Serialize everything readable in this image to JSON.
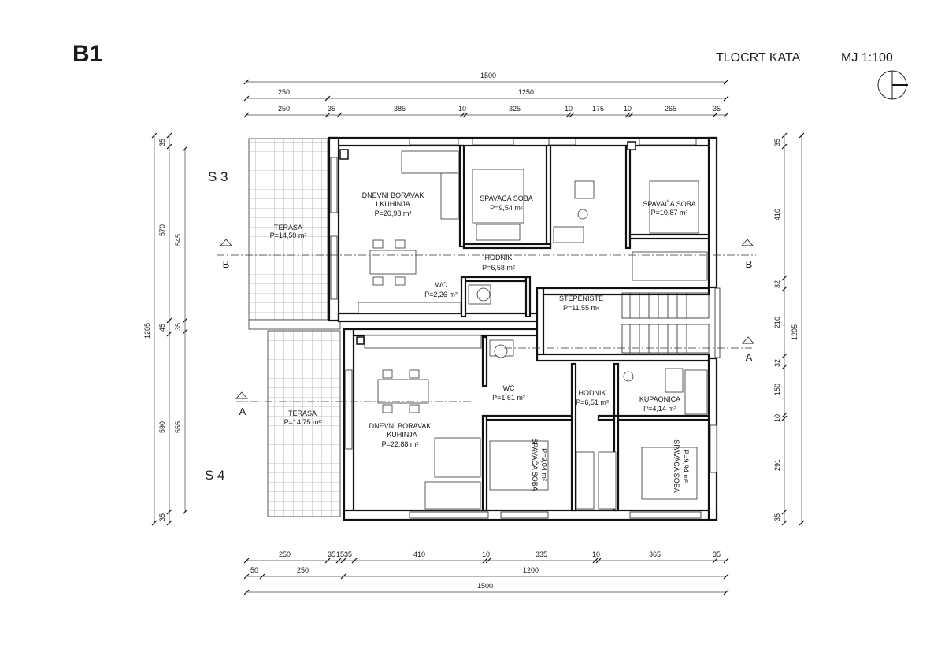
{
  "header": {
    "block": "B1",
    "title": "TLOCRT KATA",
    "scale": "MJ 1:100"
  },
  "units": {
    "upper": "S 3",
    "lower": "S 4"
  },
  "sections": {
    "b_left": "B",
    "b_right": "B",
    "a_left": "A",
    "a_right": "A"
  },
  "dims_top": {
    "row1": [
      "1500"
    ],
    "row2": [
      "250",
      "1250"
    ],
    "row3": [
      "250",
      "35",
      "385",
      "10",
      "325",
      "10",
      "175",
      "10",
      "265",
      "35"
    ]
  },
  "dims_bottom": {
    "row1": [
      "250",
      "35",
      "15",
      "35",
      "410",
      "10",
      "335",
      "10",
      "365",
      "35"
    ],
    "row2": [
      "50",
      "250",
      "1200"
    ],
    "row3": [
      "1500"
    ]
  },
  "dims_left": {
    "outer": [
      "1205"
    ],
    "middle": [
      "35",
      "570",
      "45",
      "590",
      "35"
    ],
    "inner": [
      "545",
      "35",
      "555"
    ]
  },
  "dims_right": {
    "inner": [
      "35",
      "410",
      "32",
      "210",
      "32",
      "150",
      "10",
      "291",
      "35"
    ],
    "outer": [
      "1205"
    ]
  },
  "rooms": {
    "terasa_top": {
      "name": "TERASA",
      "area": "P=14,50 m²"
    },
    "living_top": {
      "name1": "DNEVNI BORAVAK",
      "name2": "I KUHINJA",
      "area": "P=20,98 m²"
    },
    "bed1_top": {
      "name": "SPAVAĆA SOBA",
      "area": "P=9,54 m²"
    },
    "bed2_top": {
      "name": "SPAVAĆA SOBA",
      "area": "P=10,87 m²"
    },
    "hall_top": {
      "name": "HODNIK",
      "area": "P=6,58 m²"
    },
    "wc_top": {
      "name": "WC",
      "area": "P=2,26 m²"
    },
    "stairs": {
      "name": "STEPENIŠTE",
      "area": "P=11,55 m²"
    },
    "terasa_bottom": {
      "name": "TERASA",
      "area": "P=14,75 m²"
    },
    "living_bottom": {
      "name1": "DNEVNI BORAVAK",
      "name2": "I KUHINJA",
      "area": "P=22,88 m²"
    },
    "wc_bottom": {
      "name": "WC",
      "area": "P=1,61 m²"
    },
    "hall_bottom": {
      "name": "HODNIK",
      "area": "P=6,51 m²"
    },
    "bath_bottom": {
      "name": "KUPAONICA",
      "area": "P=4,14 m²"
    },
    "bed1_bottom": {
      "name": "SPAVAĆA SOBA",
      "area": "P=9,04 m²"
    },
    "bed2_bottom": {
      "name": "SPAVAĆA SOBA",
      "area": "P=9,94 m²"
    }
  }
}
